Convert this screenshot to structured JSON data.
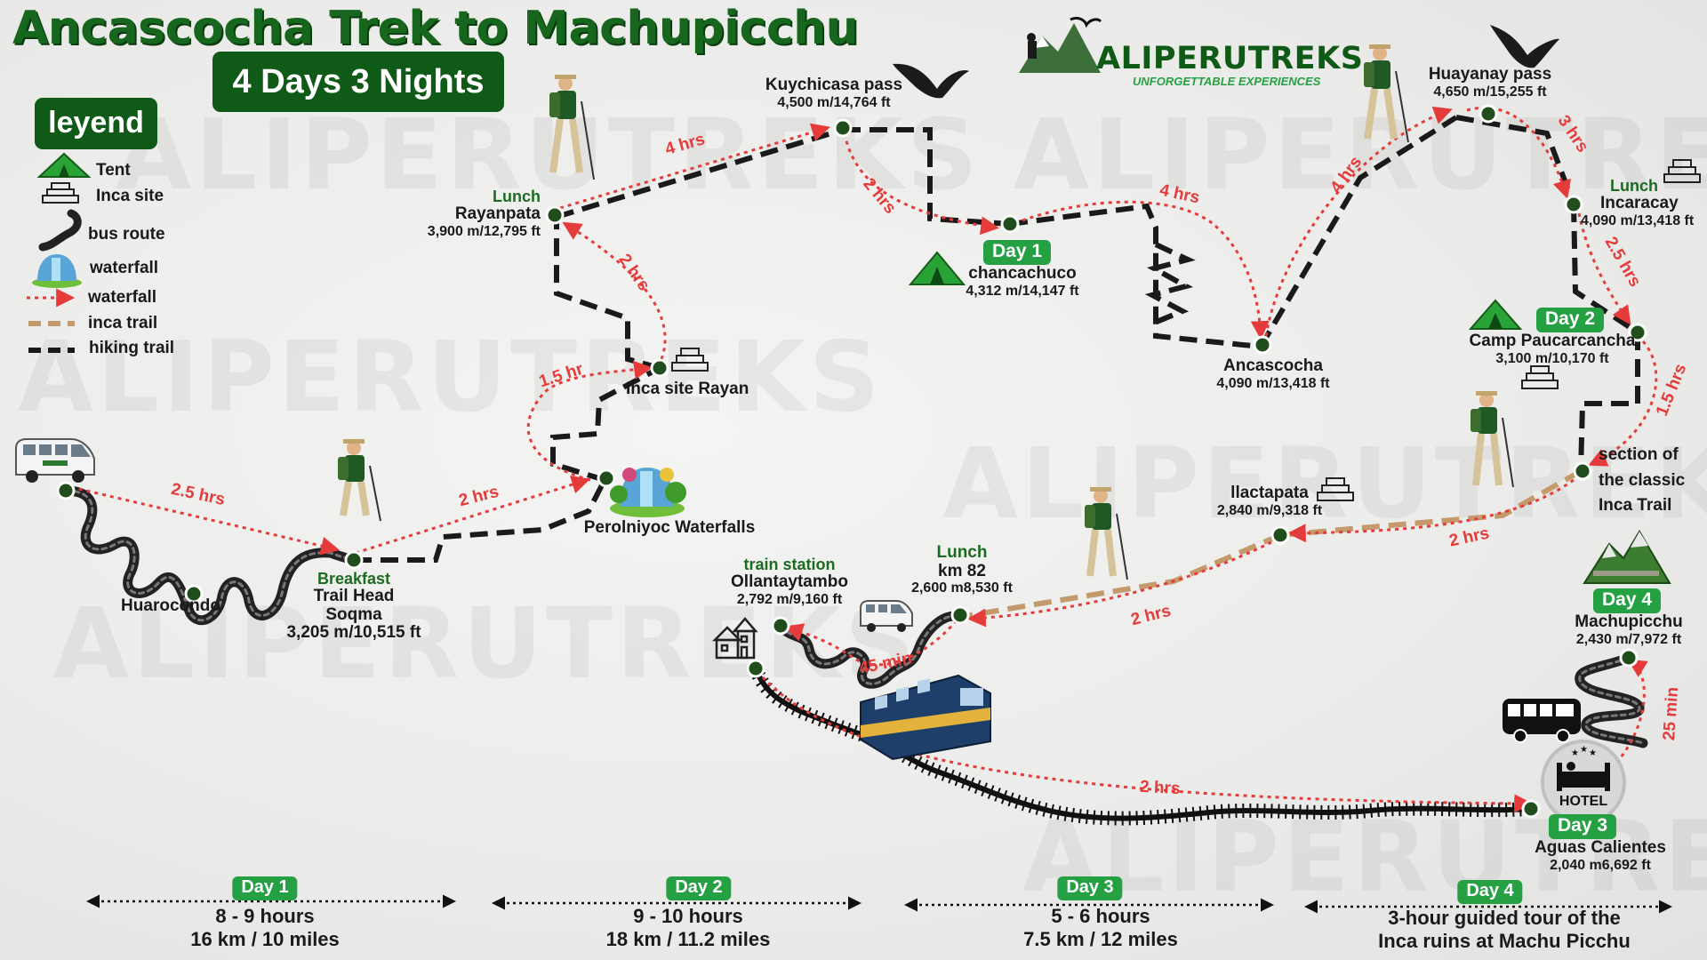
{
  "title": "Ancascocha Trek to Machupicchu",
  "subtitle": "4 Days 3 Nights",
  "brand": {
    "name": "ALIPERUTREKS",
    "tagline": "UNFORGETTABLE EXPERIENCES"
  },
  "legend": {
    "title": "leyend",
    "items": [
      {
        "label": "Tent",
        "icon": "tent-icon"
      },
      {
        "label": "Inca site",
        "icon": "inca-site-icon"
      },
      {
        "label": "bus route",
        "icon": "bus-route-icon"
      },
      {
        "label": "waterfall",
        "icon": "waterfall-icon"
      },
      {
        "label": "waterfall",
        "icon": "red-dotted-arrow-icon"
      },
      {
        "label": "inca trail",
        "icon": "inca-trail-dash-icon"
      },
      {
        "label": "hiking trail",
        "icon": "hiking-trail-dash-icon"
      }
    ]
  },
  "places": {
    "huarocondo": {
      "name": "Huarocondo"
    },
    "soqma": {
      "note": "Breakfast",
      "name": "Trail Head",
      "name2": "Soqma",
      "elevation": "3,205 m/10,515 ft"
    },
    "perolniyoc": {
      "name": "Perolniyoc Waterfalls"
    },
    "rayan": {
      "name": "Inca site Rayan"
    },
    "rayanpata": {
      "note": "Lunch",
      "name": "Rayanpata",
      "elevation": "3,900 m/12,795 ft"
    },
    "kuychicasa": {
      "name": "Kuychicasa pass",
      "elevation": "4,500 m/14,764 ft"
    },
    "chancachuco": {
      "day": "Day 1",
      "name": "chancachuco",
      "elevation": "4,312 m/14,147 ft"
    },
    "ancascocha": {
      "name": "Ancascocha",
      "elevation": "4,090 m/13,418 ft"
    },
    "huayanay": {
      "name": "Huayanay pass",
      "elevation": "4,650 m/15,255 ft"
    },
    "incaracay": {
      "note": "Lunch",
      "name": "Incaracay",
      "elevation": "4,090 m/13,418 ft"
    },
    "paucarcancha": {
      "day": "Day 2",
      "name": "Camp Paucarcancha",
      "elevation": "3,100 m/10,170 ft"
    },
    "classic": {
      "line1": "section of",
      "line2": "the classic",
      "line3": "Inca Trail"
    },
    "llactapata": {
      "name": "llactapata",
      "elevation": "2,840 m/9,318 ft"
    },
    "km82": {
      "note": "Lunch",
      "name": "km 82",
      "elevation": "2,600 m8,530 ft"
    },
    "ollantaytambo": {
      "note": "train station",
      "name": "Ollantaytambo",
      "elevation": "2,792 m/9,160 ft"
    },
    "aguas": {
      "day": "Day 3",
      "name": "Aguas Calientes",
      "elevation": "2,040 m6,692 ft",
      "hotel": "HOTEL"
    },
    "machupicchu": {
      "day": "Day 4",
      "name": "Machupicchu",
      "elevation": "2,430 m/7,972 ft"
    }
  },
  "durations": {
    "huarocondo_soqma": "2.5 hrs",
    "soqma_perolniyoc": "2 hrs",
    "perolniyoc_rayan": "1.5 hr",
    "rayan_rayanpata": "2 hrs",
    "rayanpata_kuychicasa": "4 hrs",
    "kuychicasa_chancachuco": "2 hrs",
    "chancachuco_ancascocha": "4 hrs",
    "ancascocha_huayanay": "4 hrs",
    "huayanay_incaracay": "3 hrs",
    "incaracay_paucarcancha": "2.5 hrs",
    "paucarcancha_classic": "1.5 hrs",
    "classic_llactapata": "2 hrs",
    "llactapata_km82": "2 hrs",
    "km82_ollantaytambo": "45 min",
    "train": "2 hrs",
    "bus": "25 min"
  },
  "summary": [
    {
      "day": "Day 1",
      "line1": "8 - 9 hours",
      "line2": "16 km / 10 miles"
    },
    {
      "day": "Day 2",
      "line1": "9 - 10 hours",
      "line2": "18 km / 11.2 miles"
    },
    {
      "day": "Day 3",
      "line1": "5 - 6 hours",
      "line2": "7.5 km / 12 miles"
    },
    {
      "day": "Day 4",
      "line1": "3-hour guided tour of the",
      "line2": "Inca ruins at Machu Picchu"
    }
  ],
  "colors": {
    "title_green": "#17661d",
    "badge_green": "#25a043",
    "dark_green": "#0f5a17",
    "route_red": "#e53b3b",
    "inca_trail": "#c49a6c",
    "hiking_trail": "#1a1a1a"
  }
}
